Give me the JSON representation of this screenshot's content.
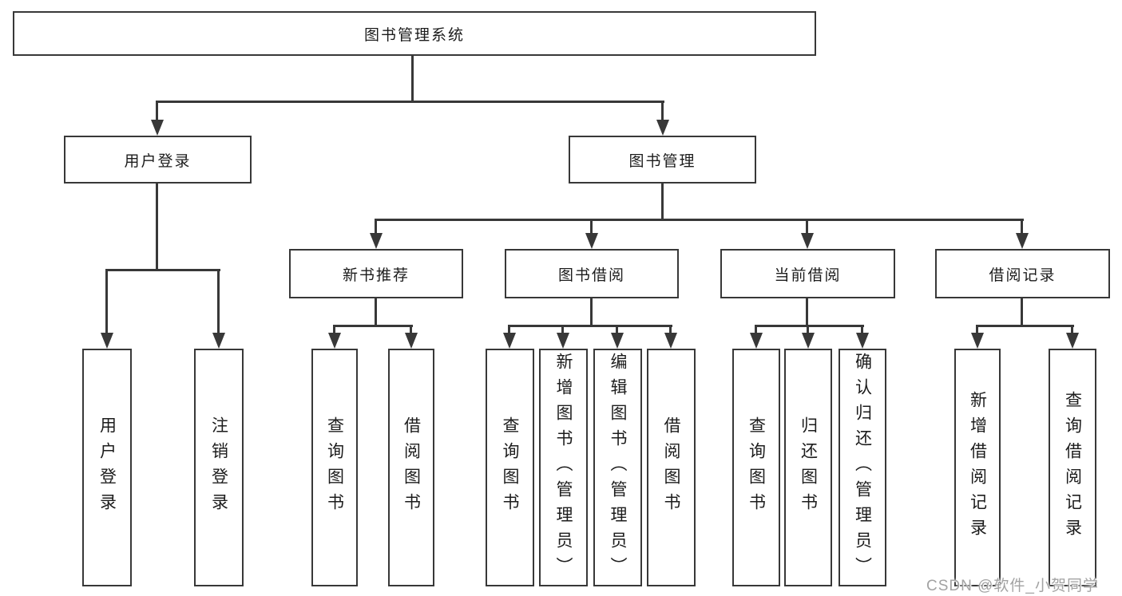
{
  "nodes": {
    "root": {
      "label": "图书管理系统"
    },
    "level2": [
      {
        "label": "用户登录"
      },
      {
        "label": "图书管理"
      }
    ],
    "level3": [
      {
        "label": "新书推荐"
      },
      {
        "label": "图书借阅"
      },
      {
        "label": "当前借阅"
      },
      {
        "label": "借阅记录"
      }
    ],
    "groups": [
      {
        "parent": "用户登录",
        "items": [
          {
            "label": "用户登录"
          },
          {
            "label": "注销登录"
          }
        ]
      },
      {
        "parent": "新书推荐",
        "items": [
          {
            "label": "查询图书"
          },
          {
            "label": "借阅图书"
          }
        ]
      },
      {
        "parent": "图书借阅",
        "items": [
          {
            "label": "查询图书"
          },
          {
            "label": "新增图书（管理员）"
          },
          {
            "label": "编辑图书（管理员）"
          },
          {
            "label": "借阅图书"
          }
        ]
      },
      {
        "parent": "当前借阅",
        "items": [
          {
            "label": "查询图书"
          },
          {
            "label": "归还图书"
          },
          {
            "label": "确认归还（管理员）"
          }
        ]
      },
      {
        "parent": "借阅记录",
        "items": [
          {
            "label": "新增借阅记录"
          },
          {
            "label": "查询借阅记录"
          }
        ]
      }
    ]
  },
  "watermark": {
    "text": "CSDN @软件_小贺同学"
  },
  "colors": {
    "line": "#383838",
    "text": "#1c1c1c",
    "watermark": "#a3a3a3",
    "background": "#ffffff"
  }
}
